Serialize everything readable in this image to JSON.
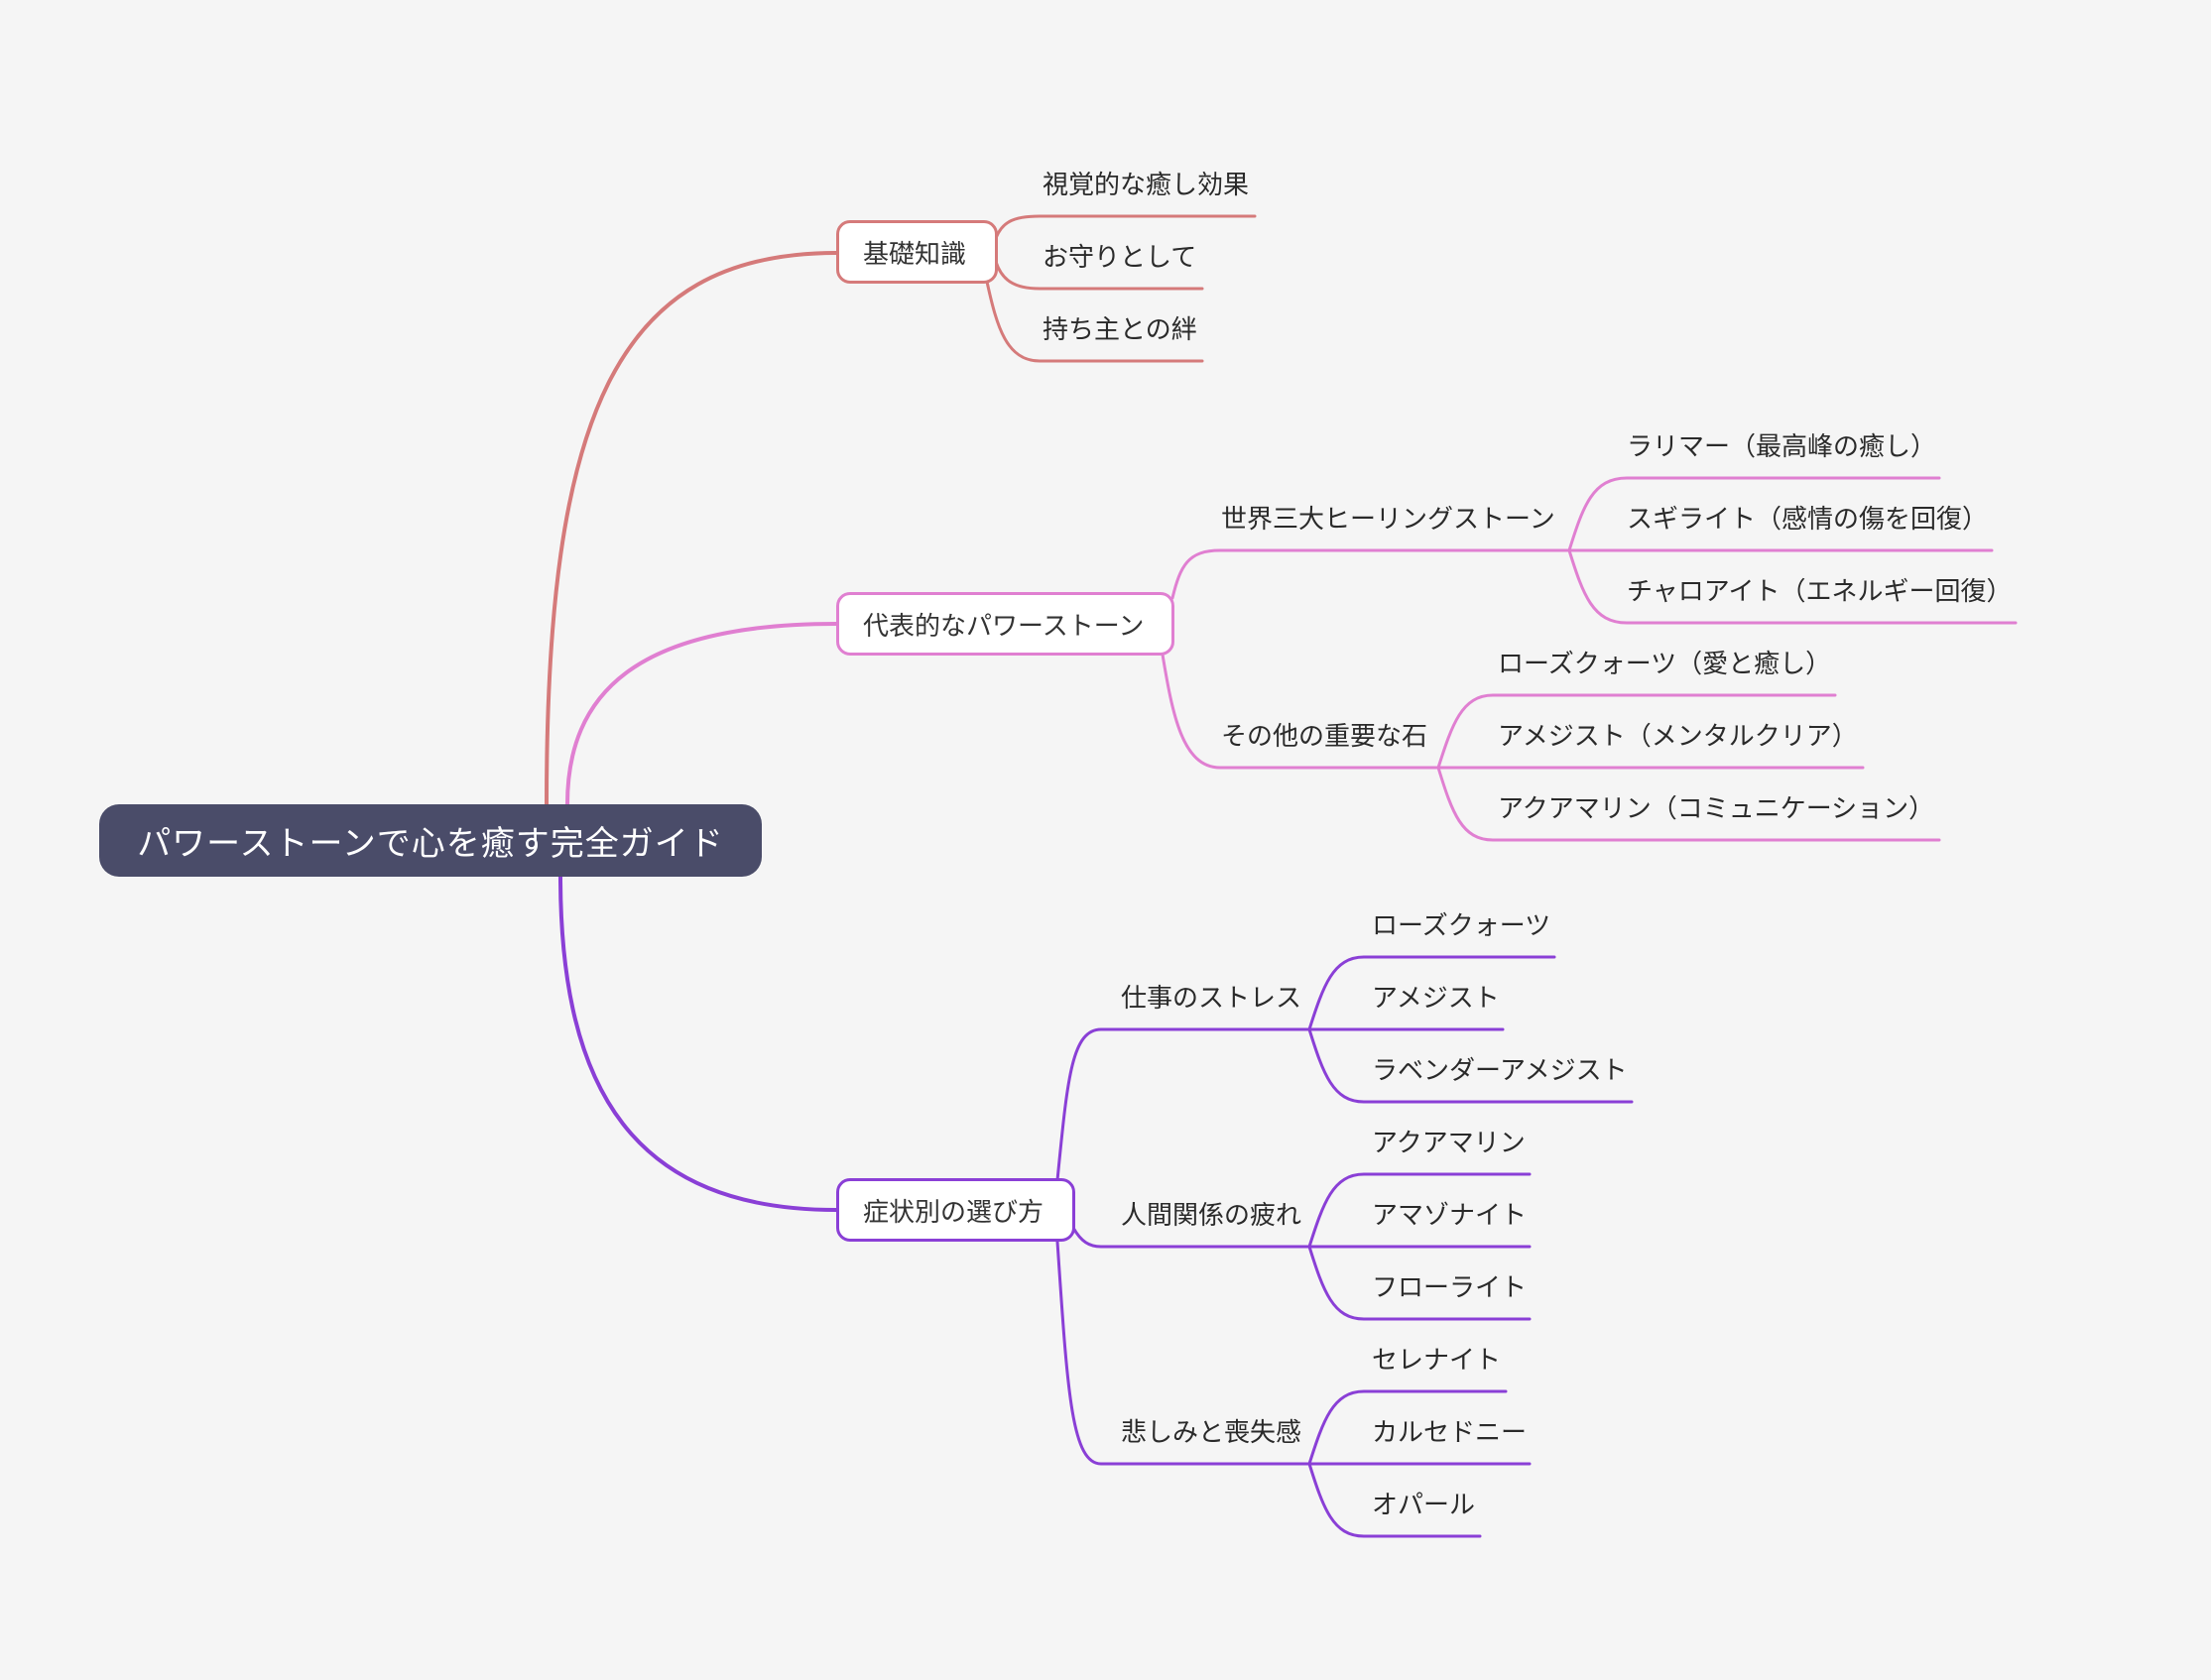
{
  "root": {
    "label": "パワーストーンで心を癒す完全ガイド"
  },
  "branches": [
    {
      "label": "基礎知識",
      "color": "#d57a7a",
      "items": [
        "視覚的な癒し効果",
        "お守りとして",
        "持ち主との絆"
      ]
    },
    {
      "label": "代表的なパワーストーン",
      "color": "#e07fd1",
      "groups": [
        {
          "label": "世界三大ヒーリングストーン",
          "items": [
            "ラリマー（最高峰の癒し）",
            "スギライト（感情の傷を回復）",
            "チャロアイト（エネルギー回復）"
          ]
        },
        {
          "label": "その他の重要な石",
          "items": [
            "ローズクォーツ（愛と癒し）",
            "アメジスト（メンタルクリア）",
            "アクアマリン（コミュニケーション）"
          ]
        }
      ]
    },
    {
      "label": "症状別の選び方",
      "color": "#8a3fd6",
      "groups": [
        {
          "label": "仕事のストレス",
          "items": [
            "ローズクォーツ",
            "アメジスト",
            "ラベンダーアメジスト"
          ]
        },
        {
          "label": "人間関係の疲れ",
          "items": [
            "アクアマリン",
            "アマゾナイト",
            "フローライト"
          ]
        },
        {
          "label": "悲しみと喪失感",
          "items": [
            "セレナイト",
            "カルセドニー",
            "オパール"
          ]
        }
      ]
    }
  ]
}
